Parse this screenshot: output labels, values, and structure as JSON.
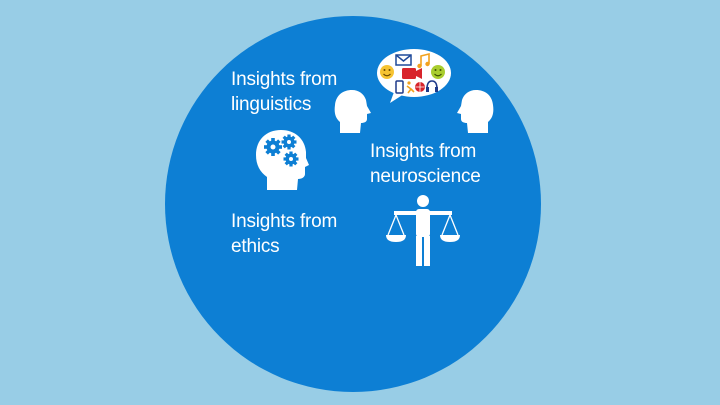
{
  "background_color": "#98cde6",
  "circle_color": "#0d7fd4",
  "labels": {
    "linguistics": {
      "line1": "Insights from",
      "line2": "linguistics"
    },
    "neuroscience": {
      "line1": "Insights from",
      "line2": "neuroscience"
    },
    "ethics": {
      "line1": "Insights from",
      "line2": "ethics"
    }
  },
  "icons": {
    "conversation": "two-heads-talking-icon",
    "speech_bubble": "speech-bubble-emoji-icon",
    "brain": "head-with-gears-icon",
    "ethics": "person-holding-scales-icon"
  }
}
